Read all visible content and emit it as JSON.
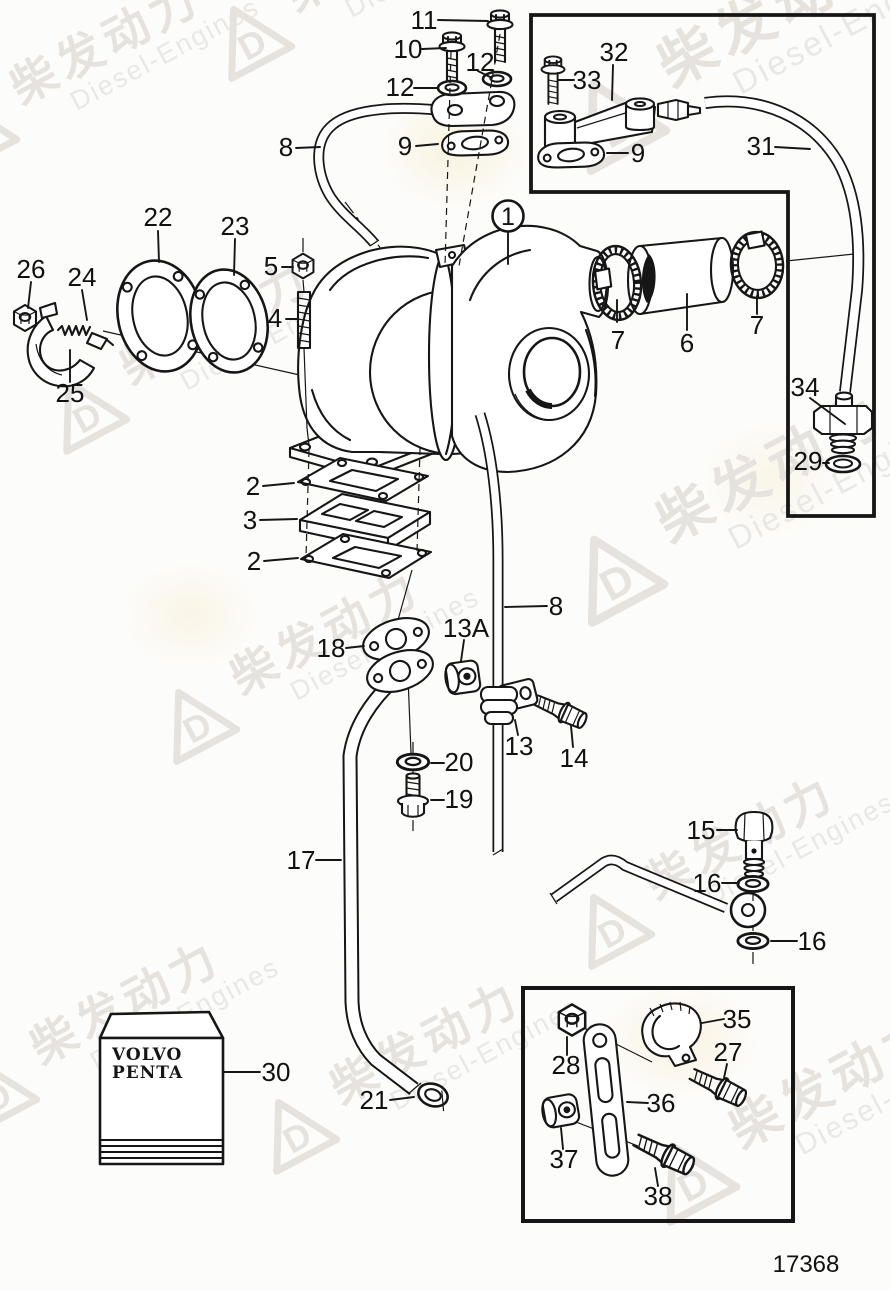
{
  "watermark": {
    "cn": "柴发动力",
    "en": "Diesel-Engines",
    "logo_letter": "D",
    "color": "#e6e3df"
  },
  "brand_box": {
    "line1": "VOLVO",
    "line2": "PENTA"
  },
  "footer": {
    "drawing_number": "17368"
  },
  "labels": {
    "l1": "1",
    "l2a": "2",
    "l2b": "2",
    "l3": "3",
    "l4": "4",
    "l5": "5",
    "l6": "6",
    "l7a": "7",
    "l7b": "7",
    "l8a": "8",
    "l8b": "8",
    "l9a": "9",
    "l9b": "9",
    "l10": "10",
    "l11": "11",
    "l12a": "12",
    "l12b": "12",
    "l13": "13",
    "l13a": "13A",
    "l14": "14",
    "l15": "15",
    "l16a": "16",
    "l16b": "16",
    "l17": "17",
    "l18": "18",
    "l19": "19",
    "l20": "20",
    "l21": "21",
    "l22": "22",
    "l23": "23",
    "l24": "24",
    "l25": "25",
    "l26": "26",
    "l27": "27",
    "l28": "28",
    "l29": "29",
    "l30": "30",
    "l31": "31",
    "l32": "32",
    "l33": "33",
    "l34": "34",
    "l35": "35",
    "l36": "36",
    "l37": "37",
    "l38": "38"
  }
}
